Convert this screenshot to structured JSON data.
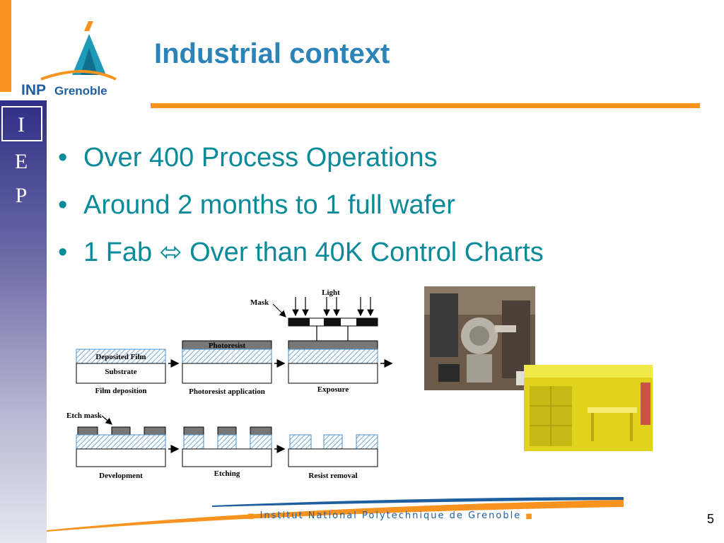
{
  "logo": {
    "wordmark_left": "INP",
    "wordmark_right": "Grenoble"
  },
  "sidebar": {
    "letters": [
      "I",
      "E",
      "P"
    ]
  },
  "title": "Industrial context",
  "bullets": [
    "Over 400 Process Operations",
    "Around 2 months to 1 full wafer",
    "1 Fab ⬄ Over than 40K Control Charts"
  ],
  "diagram": {
    "light": "Light",
    "mask": "Mask",
    "deposited_film": "Deposited Film",
    "substrate": "Substrate",
    "photoresist": "Photoresist",
    "etch_mask": "Etch mask",
    "film_deposition": "Film deposition",
    "photoresist_application": "Photoresist application",
    "exposure": "Exposure",
    "development": "Development",
    "etching": "Etching",
    "resist_removal": "Resist removal"
  },
  "footer": {
    "text": "Institut National Polytechnique de Grenoble",
    "page_number": "5"
  },
  "colors": {
    "orange": "#f7931e",
    "title_blue": "#2c83b8",
    "bullet_teal": "#0b8a9a",
    "sidebar_navy": "#2e2e86"
  }
}
